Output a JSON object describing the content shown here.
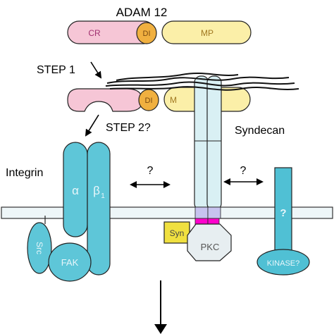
{
  "labels": {
    "adam": "ADAM 12",
    "cr": "CR",
    "di": "DI",
    "mp": "MP",
    "mp_partial": "M",
    "step1": "STEP 1",
    "step2": "STEP 2?",
    "syndecan": "Syndecan",
    "integrin": "Integrin",
    "q_left": "?",
    "q_right": "?",
    "alpha": "α",
    "beta": "β",
    "beta_sub": "1",
    "src": "Src",
    "fak": "FAK",
    "syn": "Syn",
    "pkc": "PKC",
    "q_receptor": "?",
    "kinase": "KINASE?"
  },
  "colors": {
    "cr": "#f6c6d6",
    "di": "#f0b040",
    "mp": "#fbefa8",
    "integrin": "#5ec6d8",
    "integrin_text": "#e8f6fa",
    "syndecan": "#d9f0f4",
    "membrane": "#eef6f8",
    "syn_box": "#f0e040",
    "pkc": "#e7eef1",
    "magenta": "#ff00cc",
    "lavender": "#c7c3ef",
    "receptor": "#50c0d4"
  }
}
